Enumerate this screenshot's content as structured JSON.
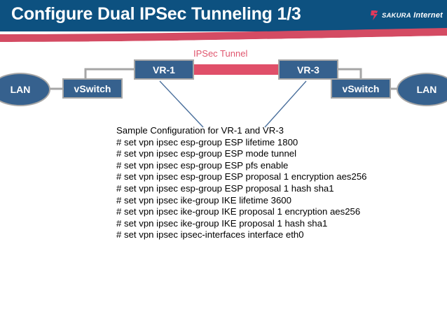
{
  "header": {
    "title": "Configure Dual IPSec Tunneling 1/3",
    "logo_text_primary": "SAKURA",
    "logo_text_secondary": "Internet",
    "band_color": "#0d5180",
    "swoosh_color": "#d44b63"
  },
  "diagram": {
    "tunnel_label": "IPSec Tunnel",
    "tunnel_color": "#e04f69",
    "node_fill": "#36618e",
    "node_border": "#a6a6a6",
    "nodes": [
      {
        "id": "lan-left",
        "label": "LAN",
        "shape": "ellipse"
      },
      {
        "id": "vswitch-left",
        "label": "vSwitch",
        "shape": "box"
      },
      {
        "id": "vr1",
        "label": "VR-1",
        "shape": "box"
      },
      {
        "id": "vr3",
        "label": "VR-3",
        "shape": "box"
      },
      {
        "id": "vswitch-right",
        "label": "vSwitch",
        "shape": "box"
      },
      {
        "id": "lan-right",
        "label": "LAN",
        "shape": "ellipse"
      }
    ]
  },
  "config": {
    "lines": [
      "Sample Configuration for VR-1 and VR-3",
      "# set vpn ipsec esp-group ESP lifetime 1800",
      "# set vpn ipsec esp-group ESP mode tunnel",
      "# set vpn ipsec esp-group ESP pfs enable",
      "# set vpn ipsec esp-group ESP proposal 1 encryption aes256",
      "# set vpn ipsec esp-group ESP proposal 1 hash sha1",
      "# set vpn ipsec ike-group IKE lifetime 3600",
      "# set vpn ipsec ike-group IKE proposal 1 encryption aes256",
      "# set vpn ipsec ike-group IKE proposal 1 hash sha1",
      "# set vpn ipsec ipsec-interfaces interface eth0"
    ]
  }
}
